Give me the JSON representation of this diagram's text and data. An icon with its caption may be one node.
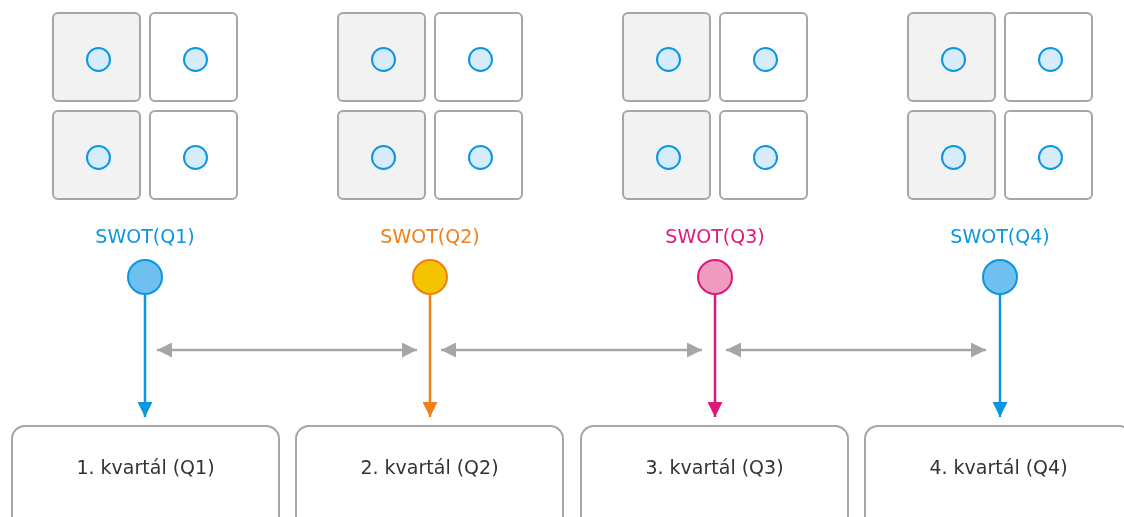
{
  "diagram": {
    "nodes": [
      {
        "text": [],
        "shape": "box"
      },
      {
        "text": [],
        "shape": "circle",
        "in": 0
      },
      {
        "text": [],
        "shape": "box"
      },
      {
        "text": [],
        "shape": "circle",
        "in": 2
      },
      {
        "text": [],
        "shape": "box"
      },
      {
        "text": [],
        "shape": "circle",
        "in": 4
      },
      {
        "text": [],
        "shape": "box"
      },
      {
        "text": [],
        "shape": "circle",
        "in": 6
      },
      {
        "text": [],
        "shape": "box"
      },
      {
        "text": [],
        "shape": "circle",
        "in": 8
      },
      {
        "text": [],
        "shape": "box"
      },
      {
        "text": [],
        "shape": "circle",
        "in": 10
      },
      {
        "text": [],
        "shape": "box"
      },
      {
        "text": [],
        "shape": "circle",
        "in": 12
      },
      {
        "text": [],
        "shape": "box"
      },
      {
        "text": [],
        "shape": "circle",
        "in": 14
      },
      {
        "text": [],
        "shape": "box"
      },
      {
        "text": [],
        "shape": "circle",
        "in": 16
      },
      {
        "text": [],
        "shape": "box"
      },
      {
        "text": [],
        "shape": "circle",
        "in": 18
      },
      {
        "text": [],
        "shape": "box"
      },
      {
        "text": [],
        "shape": "circle",
        "in": 20
      },
      {
        "text": [],
        "shape": "box"
      },
      {
        "text": [],
        "shape": "circle",
        "in": 22
      },
      {
        "text": [],
        "shape": "box"
      },
      {
        "text": [],
        "shape": "circle",
        "in": 24
      },
      {
        "text": [],
        "shape": "box"
      },
      {
        "text": [],
        "shape": "circle",
        "in": 26
      },
      {
        "text": [],
        "shape": "box"
      },
      {
        "text": [],
        "shape": "circle",
        "in": 28
      },
      {
        "text": [],
        "shape": "box"
      },
      {
        "text": [],
        "shape": "circle",
        "in": 30
      },
      {
        "text": [
          "SWOT(Q1)"
        ]
      },
      {
        "text": [
          "SWOT(Q2)"
        ]
      },
      {
        "text": [
          "SWOT(Q3)"
        ]
      },
      {
        "text": [
          "SWOT(Q4)"
        ]
      },
      {
        "text": [
          "1. kvartál (Q1)"
        ]
      },
      {
        "text": [
          "2. kvartál (Q2)"
        ]
      },
      {
        "text": [
          "3. kvartál (Q3)"
        ]
      },
      {
        "text": [
          "4. kvartál (Q4)"
        ]
      }
    ],
    "edges": [
      {
        "from": 32,
        "to": 36,
        "arrow": "to",
        "color": "#0a96e0"
      },
      {
        "from": 33,
        "to": 37,
        "arrow": "to",
        "color": "#f07f1a"
      },
      {
        "from": 34,
        "to": 38,
        "arrow": "to",
        "color": "#e0187a"
      },
      {
        "from": 35,
        "to": 39,
        "arrow": "to",
        "color": "#0a96e0"
      }
    ]
  }
}
